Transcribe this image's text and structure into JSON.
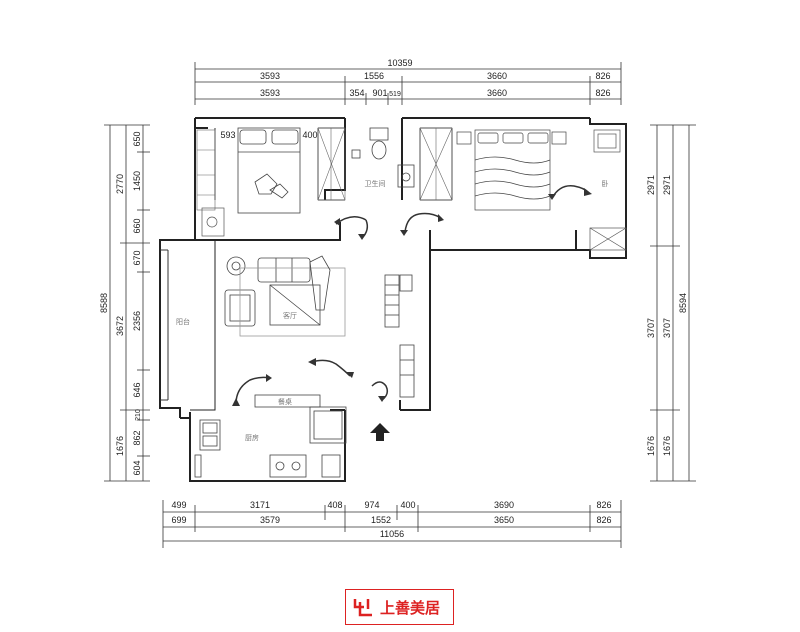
{
  "dims_top": {
    "total": "10359",
    "row1": [
      "3593",
      "1556",
      "3660",
      "826"
    ],
    "row2": [
      "3593",
      "354",
      "901",
      "519",
      "3660",
      "826"
    ]
  },
  "dims_bottom": {
    "row1": [
      "499",
      "3171",
      "408",
      "974",
      "400",
      "3690",
      "826"
    ],
    "row2": [
      "699",
      "3579",
      "1552",
      "3650",
      "826"
    ],
    "total": "11056"
  },
  "dims_left": {
    "total": "8588",
    "outer": [
      "2770",
      "3672",
      "1676"
    ],
    "inner": [
      "650",
      "1450",
      "660",
      "670",
      "2356",
      "646",
      "210",
      "862",
      "604"
    ]
  },
  "dims_right": {
    "total": "8594",
    "segments": [
      "2971",
      "3707",
      "1676"
    ],
    "inner": [
      "2971",
      "3707",
      "1676"
    ]
  },
  "rooms": {
    "top_left_dim": "593",
    "top_wardrobe_dim": "400",
    "bathroom": "卫生间",
    "living": "客厅",
    "balcony": "阳台",
    "kitchen": "厨房",
    "dining": "餐桌",
    "bedroom_right": "卧"
  },
  "logo": {
    "text": "上善美居",
    "color": "#dd2222"
  },
  "icons": [
    "door-swing-arrow-icon",
    "entrance-arrow-icon",
    "logo-mark-icon"
  ]
}
